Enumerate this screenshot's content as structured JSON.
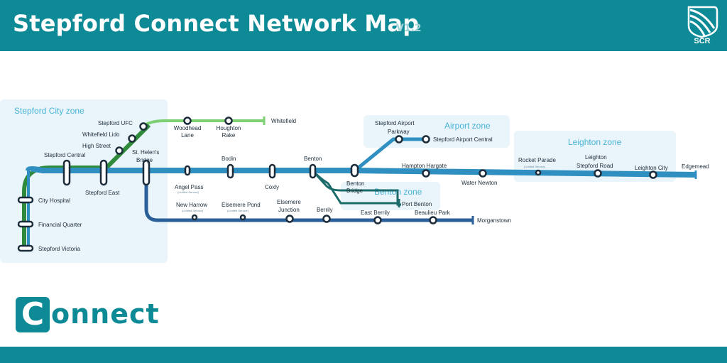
{
  "header": {
    "title": "Stepford Connect Network Map",
    "version": "V1.2",
    "logo_text": "SCR"
  },
  "brand": {
    "first_letter": "C",
    "rest": "onnect"
  },
  "zones": {
    "stepford_city": "Stepford City zone",
    "airport": "Airport zone",
    "leighton": "Leighton zone",
    "benton": "Benton zone"
  },
  "stations": {
    "whitefield": "Whitefield",
    "woodhead_lane_1": "Woodhead",
    "woodhead_lane_2": "Lane",
    "houghton_rake_1": "Houghton",
    "houghton_rake_2": "Rake",
    "stepford_ufc": "Stepford UFC",
    "whitefield_lido": "Whitefield Lido",
    "high_street": "High Street",
    "stepford_central": "Stepford Central",
    "st_helens_1": "St. Helen's",
    "st_helens_2": "Bridge",
    "stepford_east": "Stepford East",
    "city_hospital": "City Hospital",
    "financial_quarter": "Financial Quarter",
    "stepford_victoria": "Stepford Victoria",
    "angel_pass": "Angel Pass",
    "angel_pass_note": "(Limited Service)",
    "bodin": "Bodin",
    "coxly": "Coxly",
    "benton": "Benton",
    "benton_bridge_1": "Benton",
    "benton_bridge_2": "Bridge",
    "port_benton": "Port Benton",
    "airport_parkway_1": "Stepford Airport",
    "airport_parkway_2": "Parkway",
    "airport_central": "Stepford Airport Central",
    "hampton_hargate": "Hampton Hargate",
    "water_newton": "Water Newton",
    "rocket_parade": "Rocket Parade",
    "rocket_parade_note": "(Limited Service)",
    "leighton_stepford_1": "Leighton",
    "leighton_stepford_2": "Stepford Road",
    "leighton_city": "Leighton City",
    "edgemead": "Edgemead",
    "new_harrow": "New Harrow",
    "new_harrow_note": "(Limited Service)",
    "elsemere_pond": "Elsemere Pond",
    "elsemere_pond_note": "(Limited Service)",
    "elsemere_junction_1": "Elsemere",
    "elsemere_junction_2": "Junction",
    "berrily": "Berrily",
    "east_berrily": "East Berrily",
    "beaulieu_park": "Beaulieu Park",
    "morganstown": "Morganstown"
  },
  "colors": {
    "header": "#0d8a96",
    "line_main": "#2f8fc0",
    "line_green": "#2f8a3c",
    "line_lightgreen": "#7ccf72",
    "line_darkblue": "#2a5f9a",
    "line_teal": "#1a6b6a",
    "zone_fill": "#e9f5fa"
  }
}
